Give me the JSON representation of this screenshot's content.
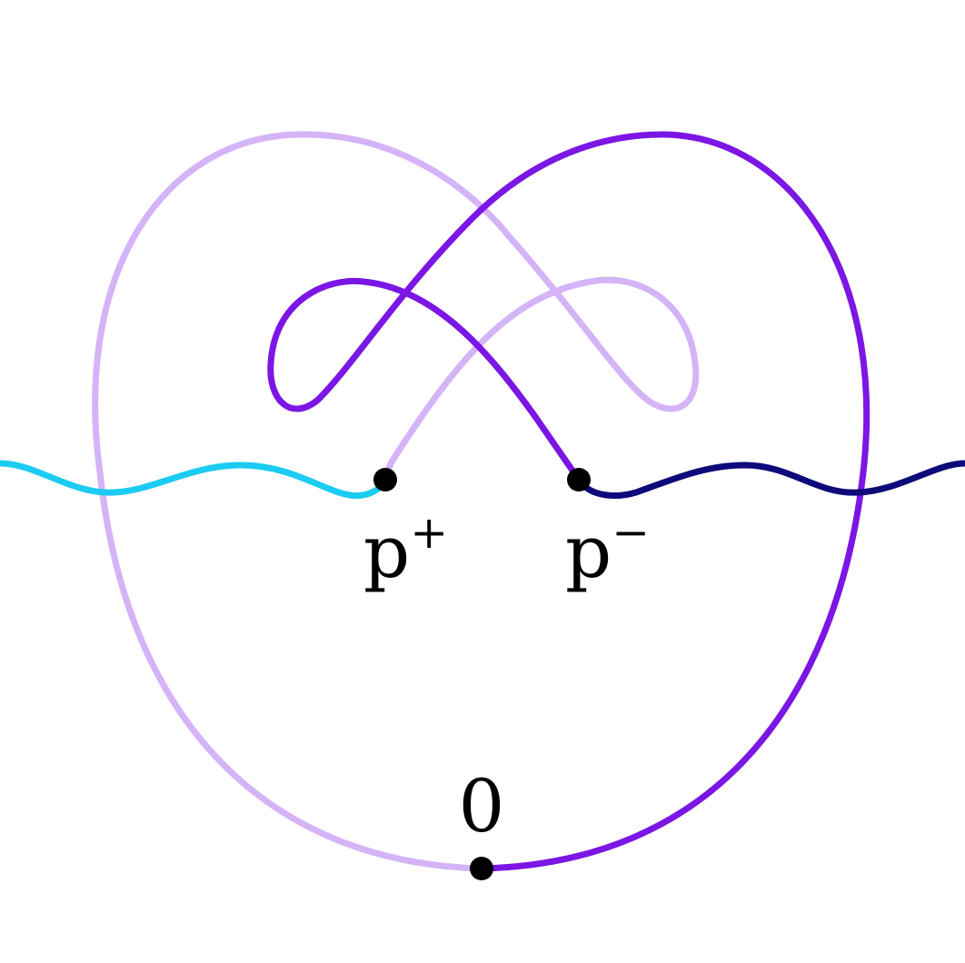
{
  "colors": {
    "left_wave": "#1ccbf2",
    "right_wave": "#0d0a7a",
    "left_loop": "#d4b3f7",
    "right_loop": "#7b16e4",
    "point": "#000000",
    "background": "#ffffff"
  },
  "labels": {
    "p_plus": {
      "base": "p",
      "sup": "+"
    },
    "p_minus": {
      "base": "p",
      "sup": "−"
    },
    "origin": "0"
  }
}
